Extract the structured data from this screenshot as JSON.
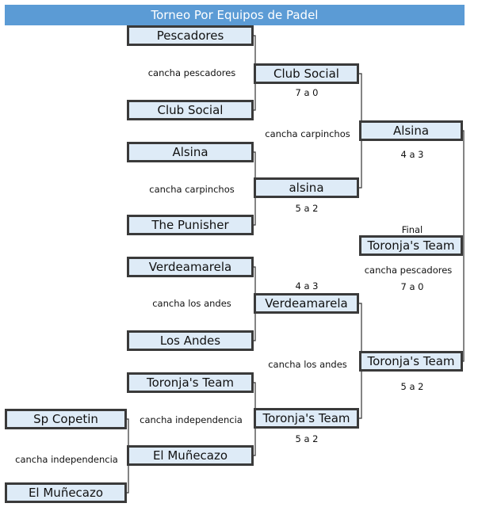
{
  "title": "Torneo Por Equipos de Padel",
  "teams": {
    "pescadores": "Pescadores",
    "club_social": "Club Social",
    "r2_club_social": "Club Social",
    "alsina": "Alsina",
    "the_punisher": "The Punisher",
    "r2_alsina": "alsina",
    "r3_alsina": "Alsina",
    "verdeamarela": "Verdeamarela",
    "los_andes": "Los Andes",
    "r2_verdeamarela": "Verdeamarela",
    "toronjas_team": "Toronja's Team",
    "el_munecazo": "El Muñecazo",
    "r2_toronjas_team": "Toronja's Team",
    "r3_toronjas_team": "Toronja's Team",
    "final_toronjas_team": "Toronja's Team",
    "sp_copetin": "Sp Copetin",
    "r0_el_munecazo": "El Muñecazo"
  },
  "venues": {
    "m1": "cancha pescadores",
    "m2": "cancha carpinchos",
    "m3": "cancha los andes",
    "m4": "cancha independencia",
    "m5": "cancha independencia",
    "sf1": "cancha carpinchos",
    "sf2": "cancha los andes",
    "final": "cancha pescadores"
  },
  "scores": {
    "m1": "7 a 0",
    "m2": "5 a 2",
    "m3": "4 a 3",
    "m4": "5 a 2",
    "sf1": "4 a 3",
    "sf2": "5 a 2",
    "final": "7 a 0"
  },
  "final_label": "Final"
}
